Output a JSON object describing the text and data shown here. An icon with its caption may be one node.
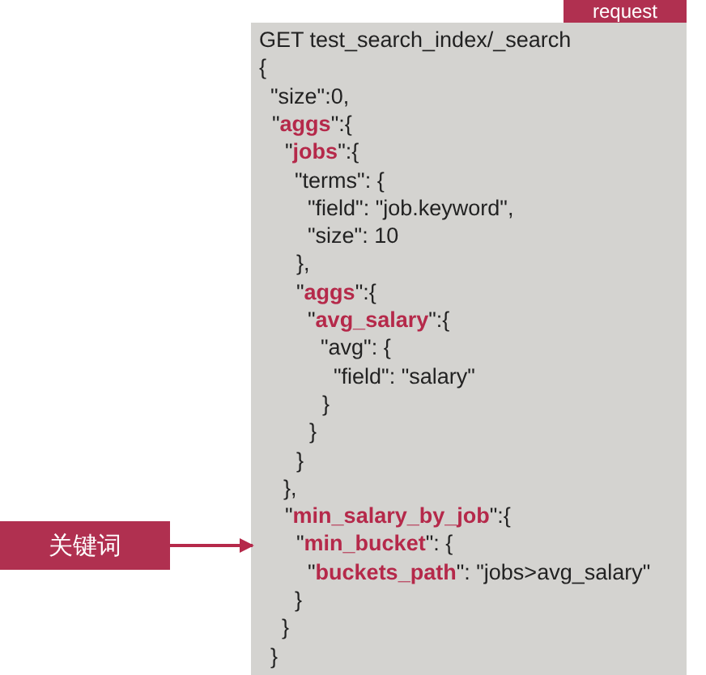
{
  "diagram": {
    "nodes": [
      {
        "text": [
          "request"
        ]
      },
      {
        "text": [
          "GET test_search_index/_search",
          "{",
          "\"size\":0,",
          "\"**aggs**\":{",
          "\"**jobs**\":{",
          "\"terms\": {",
          "\"field\": \"job.keyword\",",
          "\"size\": 10",
          "},",
          "\"**aggs**\":{",
          "\"**avg_salary**\":{",
          "\"avg\": {",
          "\"field\": \"salary\"",
          "}",
          "}",
          "}",
          "},",
          "\"**min_salary_by_job**\":{",
          "\"**min_bucket**\": {",
          "\"**buckets_path**\": \"jobs>avg_salary\"",
          "}",
          "}",
          "}"
        ]
      },
      {
        "text": [
          "关键词"
        ]
      }
    ],
    "edges": [
      {
        "from": 2,
        "to": 1,
        "arrow": "to"
      }
    ]
  }
}
